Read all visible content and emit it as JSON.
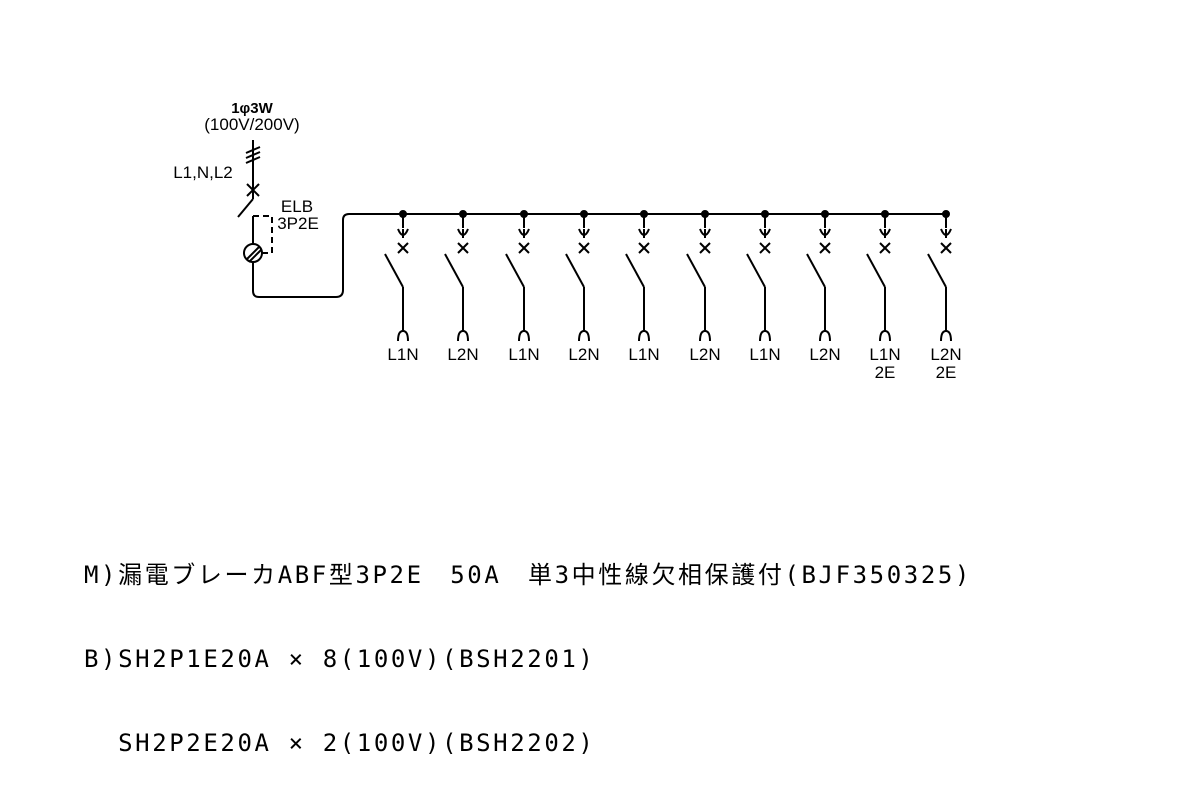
{
  "source": {
    "phase_label": "1φ3W",
    "voltage_label": "(100V/200V)",
    "wires_label": "L1,N,L2"
  },
  "main_breaker": {
    "label": "ELB",
    "poles": "3P2E"
  },
  "branches": [
    {
      "line1": "L1N",
      "line2": ""
    },
    {
      "line1": "L2N",
      "line2": ""
    },
    {
      "line1": "L1N",
      "line2": ""
    },
    {
      "line1": "L2N",
      "line2": ""
    },
    {
      "line1": "L1N",
      "line2": ""
    },
    {
      "line1": "L2N",
      "line2": ""
    },
    {
      "line1": "L1N",
      "line2": ""
    },
    {
      "line1": "L2N",
      "line2": ""
    },
    {
      "line1": "L1N",
      "line2": "2E"
    },
    {
      "line1": "L2N",
      "line2": "2E"
    }
  ],
  "notes": {
    "line1": "M)漏電ブレーカABF型3P2E　50A　単3中性線欠相保護付(BJF350325)",
    "line2": "B)SH2P1E20A × 8(100V)(BSH2201)",
    "line3": "  SH2P2E20A × 2(100V)(BSH2202)"
  }
}
